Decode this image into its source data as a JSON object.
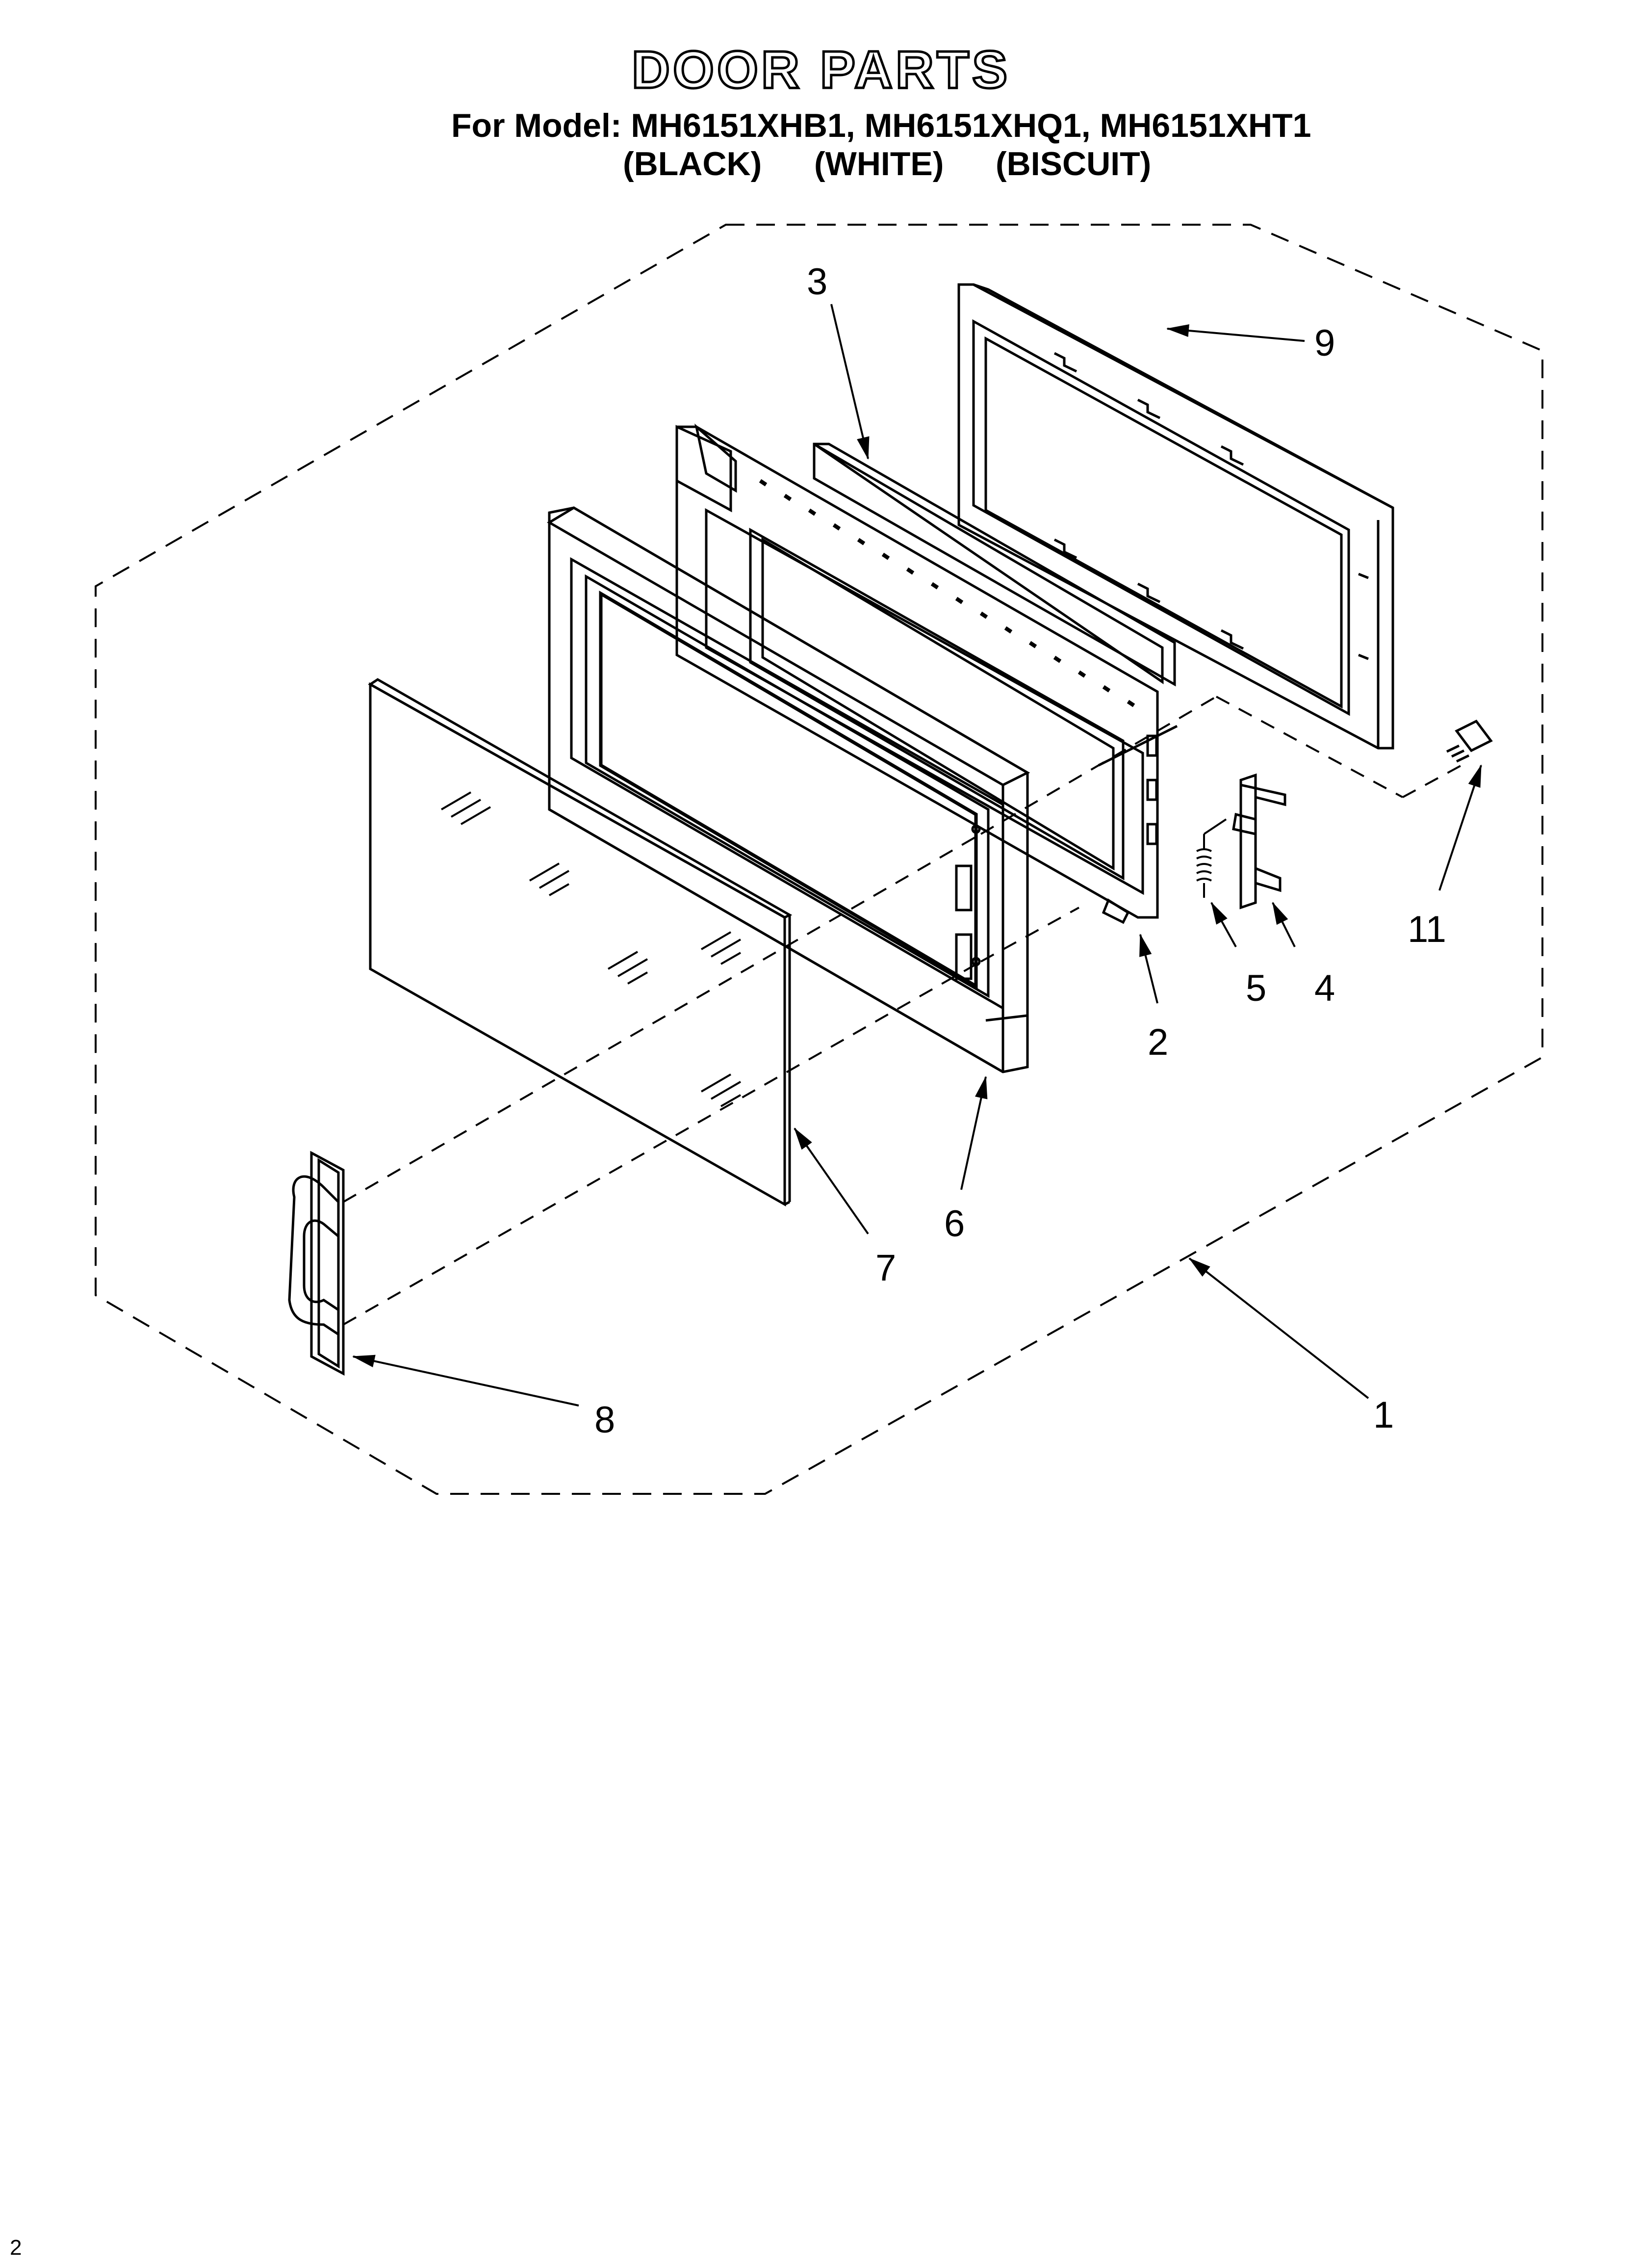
{
  "header": {
    "title": "DOOR PARTS",
    "model_line": "For Model: MH6151XHB1, MH6151XHQ1, MH6151XHT1",
    "colors": [
      "(BLACK)",
      "(WHITE)",
      "(BISCUIT)"
    ]
  },
  "diagram": {
    "callouts": [
      "1",
      "2",
      "3",
      "4",
      "5",
      "6",
      "7",
      "8",
      "9",
      "11"
    ]
  },
  "footer": {
    "page_number": "2"
  }
}
